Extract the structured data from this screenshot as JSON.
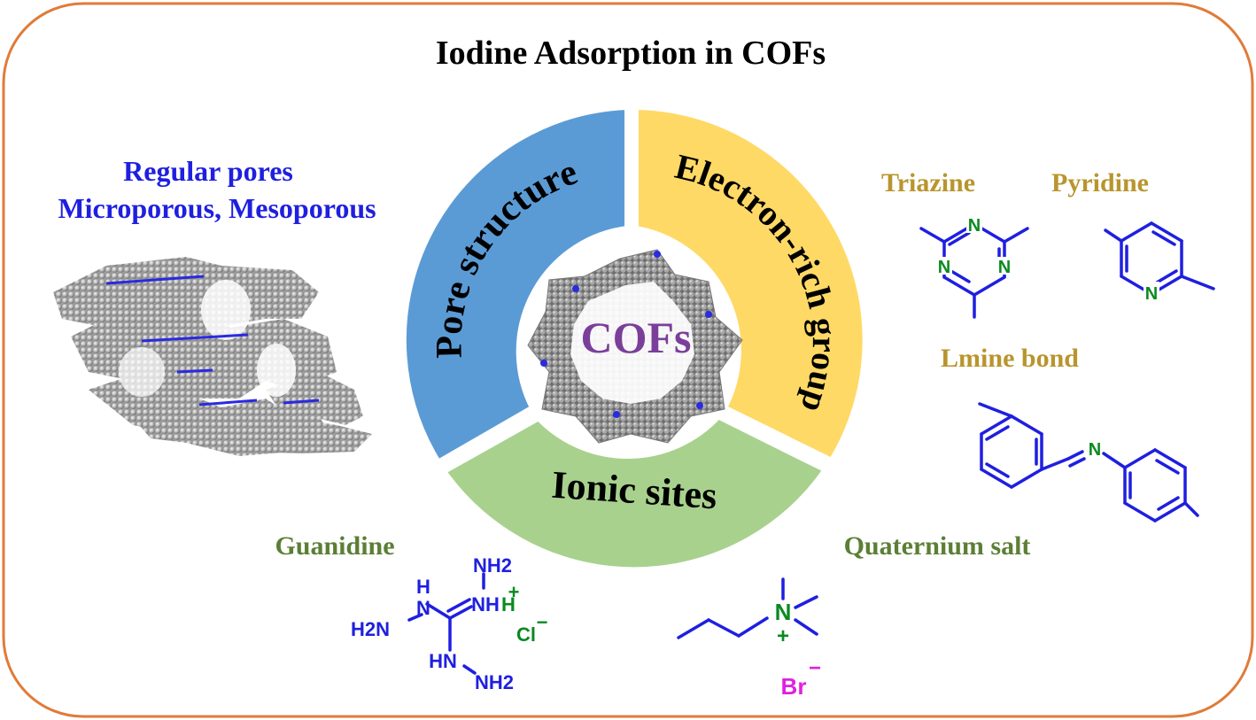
{
  "title": "Iodine Adsorption in COFs",
  "center_label": "COFs",
  "segments": {
    "pore": {
      "label": "Pore structure",
      "color": "#5b9bd5"
    },
    "electron": {
      "label": "Electron-rich group",
      "color": "#ffd966"
    },
    "ionic": {
      "label": "Ionic sites",
      "color": "#a9d18e"
    }
  },
  "pores": {
    "line1": "Regular pores",
    "line2": "Microporous, Mesoporous"
  },
  "groups": {
    "triazine": {
      "name": "Triazine",
      "atoms": [
        "N",
        "N",
        "N"
      ]
    },
    "pyridine": {
      "name": "Pyridine",
      "atoms": [
        "N"
      ]
    },
    "imine": {
      "name": "Lmine bond",
      "atoms": [
        "N"
      ]
    },
    "guanidine": {
      "name": "Guanidine",
      "labels": [
        "H",
        "N",
        "H2N",
        "NH2",
        "NH",
        "H",
        "+",
        "Cl",
        "−",
        "HN",
        "NH2"
      ]
    },
    "quaternium": {
      "name": "Quaternium salt",
      "labels": [
        "N",
        "+",
        "Br",
        "−"
      ]
    }
  },
  "colors": {
    "frame": "#e07b39",
    "title": "#000000",
    "pores_text": "#1f1fe0",
    "group_name_gold": "#b8952e",
    "group_name_green": "#5b7f35",
    "bond": "#1f1fe0",
    "n_atom": "#0a8a20",
    "bromide": "#e020e0"
  }
}
